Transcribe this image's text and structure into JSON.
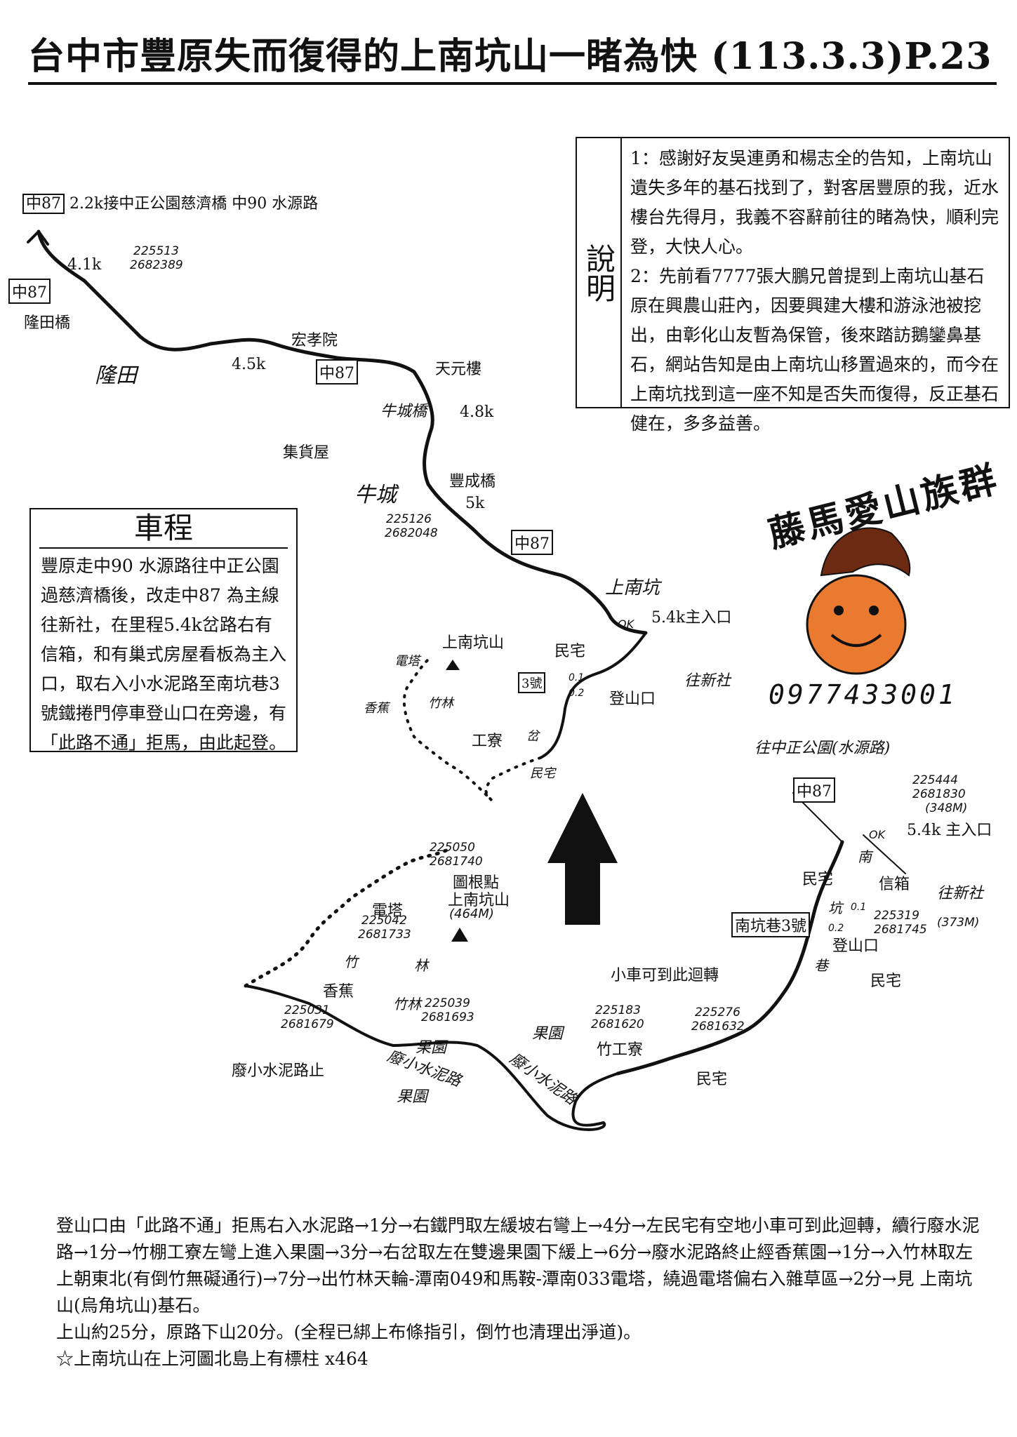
{
  "title": "台中市豐原失而復得的上南坑山一睹為快 (113.3.3)P.23",
  "notes": {
    "heading": "說明",
    "p1": "1：感謝好友吳連勇和楊志全的告知，上南坑山遺失多年的基石找到了，對客居豐原的我，近水樓台先得月，我義不容辭前往的睹為快，順利完登，大快人心。",
    "p2": "2：先前看7777張大鵬兄曾提到上南坑山基石原在興農山莊內，因要興建大樓和游泳池被挖出，由彰化山友暫為保管，後來踏訪鵝鑾鼻基石，網站告知是由上南坑山移置過來的，而今在上南坑找到這一座不知是否失而復得，反正基石健在，多多益善。"
  },
  "drive": {
    "title": "車程",
    "text": "豐原走中90 水源路往中正公園過慈濟橋後，改走中87 為主線往新社，在里程5.4k岔路右有信箱，和有巢式房屋看板為主入口，取右入小水泥路至南坑巷3號鐵捲門停車登山口在旁邊，有「此路不通」拒馬，由此起登。"
  },
  "map1": {
    "top_route_box": "中87",
    "top_route_text": "2.2k接中正公園慈濟橋 中90 水源路",
    "left_box": "中87",
    "k41": "4.1k",
    "coord1a": "225513",
    "coord1b": "2682389",
    "longtian_bridge": "隆田橋",
    "longtian": "隆田",
    "k45": "4.5k",
    "hongxiao": "宏孝院",
    "mid_box": "中87",
    "tianyuan": "天元樓",
    "niucheng_bridge": "牛城橋",
    "k48": "4.8k",
    "warehouse": "集貨屋",
    "fengcheng_bridge": "豐成橋",
    "niucheng": "牛城",
    "k5": "5k",
    "coord2a": "225126",
    "coord2b": "2682048",
    "box87b": "中87",
    "shangnankeng": "上南坑",
    "ok": "OK",
    "entrance": "5.4k主入口",
    "to_xinshe": "往新社",
    "peak": "上南坑山",
    "house": "民宅",
    "no3": "3號",
    "trailhead": "登山口",
    "tower": "電塔",
    "bamboo": "竹林",
    "banana": "香蕉",
    "shed": "工寮",
    "fork": "岔",
    "d01": "0.1",
    "d02": "0.2",
    "house2": "民宅"
  },
  "map2": {
    "to_park": "往中正公園(水源路)",
    "box87": "中87",
    "coord_a": "225444",
    "coord_b": "2681830",
    "elev_a": "(348M)",
    "entrance": "5.4k 主入口",
    "ok": "OK",
    "mailbox": "信箱",
    "to_xinshe": "往新社",
    "house": "民宅",
    "nan": "南",
    "keng": "坑",
    "xiang": "巷",
    "lane3": "南坑巷3號",
    "d01": "0.1",
    "d02": "0.2",
    "trailhead": "登山口",
    "coord_th_a": "225319",
    "coord_th_b": "2681745",
    "elev_th": "(373M)",
    "house2": "民宅",
    "car_turn": "小車可到此迴轉",
    "coord_c1": "225276",
    "coord_c2": "2681632",
    "coord_d1": "225183",
    "coord_d2": "2681620",
    "bamboo_shed": "竹工寮",
    "house3": "民宅",
    "orchard": "果園",
    "cement1": "廢小水泥路",
    "orchard2": "果園",
    "cement2": "廢小水泥路",
    "orchard3": "果園",
    "coord_e1": "225039",
    "coord_e2": "2681693",
    "bamboo2": "竹林",
    "banana": "香蕉",
    "coord_f1": "225031",
    "coord_f2": "2681679",
    "cement_end": "廢小水泥路止",
    "coord_g1": "225050",
    "coord_g2": "2681740",
    "benchmark": "圖根點",
    "peak": "上南坑山",
    "peak_elev": "(464M)",
    "tower": "電塔",
    "coord_h1": "225042",
    "coord_h2": "2681733",
    "bamboo3": "竹",
    "lin": "林"
  },
  "club": "藤馬愛山族群",
  "phone": "0977433001",
  "bottom": {
    "line1": "登山口由「此路不通」拒馬右入水泥路→1分→右鐵門取左緩坡右彎上→4分→左民宅有空地小車可到此迴轉，續行廢水泥路→1分→竹棚工寮左彎上進入果園→3分→右岔取左在雙邊果園下緩上→6分→廢水泥路終止經香蕉園→1分→入竹林取左上朝東北(有倒竹無礙通行)→7分→出竹林天輪-潭南049和馬鞍-潭南033電塔，繞過電塔偏右入雜草區→2分→見 上南坑山(烏角坑山)基石。",
    "line2": "上山約25分，原路下山20分。(全程已綁上布條指引，倒竹也清理出淨道)。",
    "star": "☆",
    "line3": "上南坑山在上河圖北島上有標柱 x464"
  }
}
